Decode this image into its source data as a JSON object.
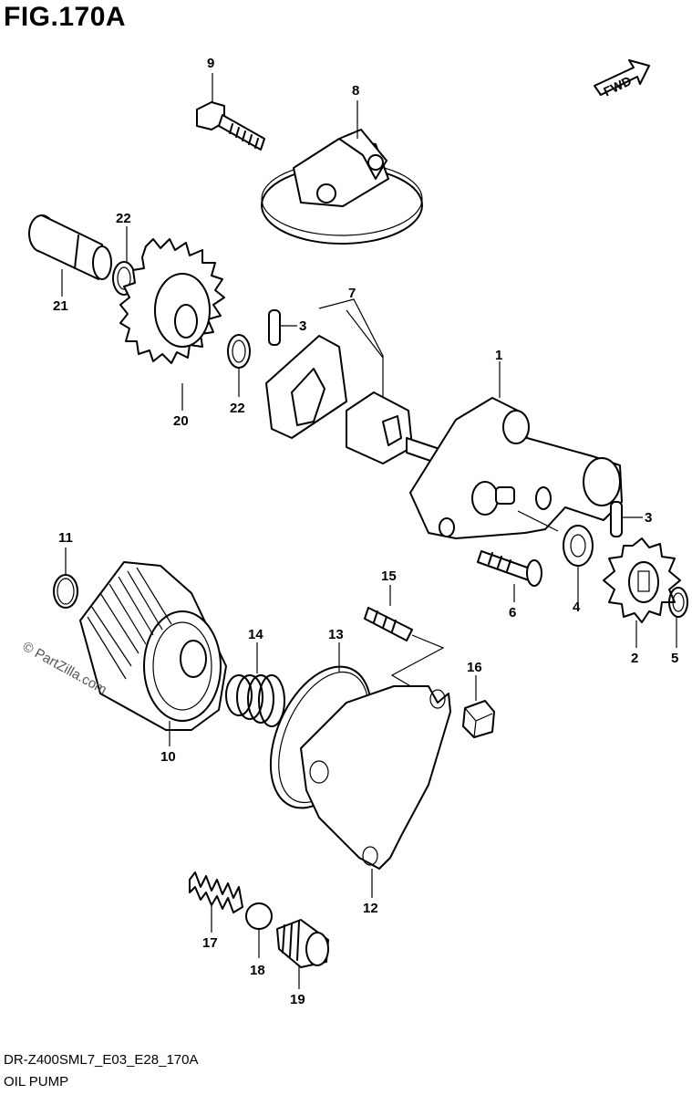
{
  "figure": {
    "title": "FIG.170A",
    "diagram_code": "DR-Z400SML7_E03_E28_170A",
    "diagram_name": "OIL PUMP",
    "watermark": "© PartZilla.com",
    "fwd_label": "FWD"
  },
  "callouts": [
    {
      "id": "c1",
      "label": "1"
    },
    {
      "id": "c2",
      "label": "2"
    },
    {
      "id": "c3a",
      "label": "3"
    },
    {
      "id": "c3b",
      "label": "3"
    },
    {
      "id": "c4",
      "label": "4"
    },
    {
      "id": "c5",
      "label": "5"
    },
    {
      "id": "c6",
      "label": "6"
    },
    {
      "id": "c7",
      "label": "7"
    },
    {
      "id": "c8",
      "label": "8"
    },
    {
      "id": "c9",
      "label": "9"
    },
    {
      "id": "c10",
      "label": "10"
    },
    {
      "id": "c11",
      "label": "11"
    },
    {
      "id": "c12",
      "label": "12"
    },
    {
      "id": "c13",
      "label": "13"
    },
    {
      "id": "c14",
      "label": "14"
    },
    {
      "id": "c15",
      "label": "15"
    },
    {
      "id": "c16",
      "label": "16"
    },
    {
      "id": "c17",
      "label": "17"
    },
    {
      "id": "c18",
      "label": "18"
    },
    {
      "id": "c19",
      "label": "19"
    },
    {
      "id": "c20",
      "label": "20"
    },
    {
      "id": "c21",
      "label": "21"
    },
    {
      "id": "c22a",
      "label": "22"
    },
    {
      "id": "c22b",
      "label": "22"
    }
  ]
}
